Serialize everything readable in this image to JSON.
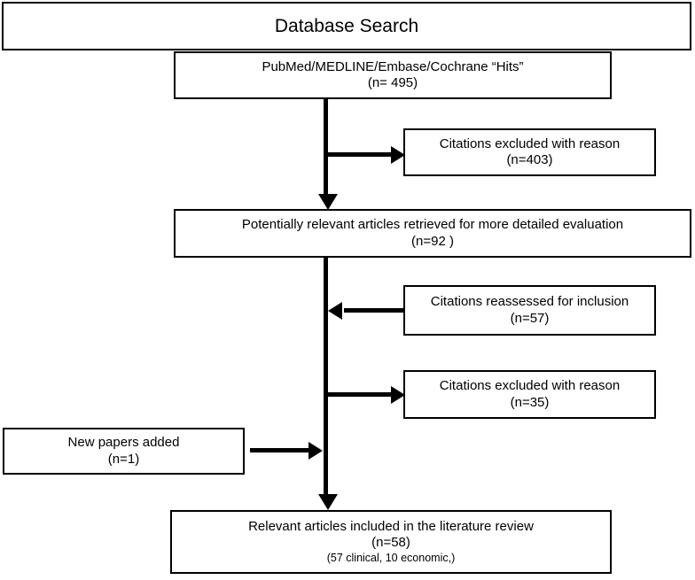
{
  "diagram": {
    "title": "Database Search",
    "nodes": {
      "title_banner": {
        "label": "Database Search"
      },
      "hits": {
        "line1": "PubMed/MEDLINE/Embase/Cochrane “Hits”",
        "line2": "(n= 495)"
      },
      "excluded_403": {
        "line1": "Citations excluded with reason",
        "line2": "(n=403)"
      },
      "potentially_relevant": {
        "line1": "Potentially relevant articles retrieved for more detailed evaluation",
        "line2": "(n=92 )"
      },
      "reassessed_57": {
        "line1": "Citations reassessed for inclusion",
        "line2": "(n=57)"
      },
      "excluded_35": {
        "line1": "Citations excluded with reason",
        "line2": "(n=35)"
      },
      "new_papers": {
        "line1": "New papers added",
        "line2": "(n=1)"
      },
      "included": {
        "line1": "Relevant articles included in the literature review",
        "line2": "(n=58)",
        "line3": "(57 clinical, 10 economic,)"
      }
    },
    "connectors": [
      {
        "name": "hits-to-potentially-relevant",
        "direction": "down"
      },
      {
        "name": "trunk-to-excluded-403",
        "direction": "right"
      },
      {
        "name": "reassessed-57-to-trunk",
        "direction": "left"
      },
      {
        "name": "trunk-to-excluded-35",
        "direction": "right"
      },
      {
        "name": "new-papers-to-trunk",
        "direction": "right"
      },
      {
        "name": "trunk-to-included",
        "direction": "down"
      }
    ],
    "colors": {
      "stroke": "#000000",
      "fill": "#ffffff",
      "text": "#000000"
    }
  }
}
